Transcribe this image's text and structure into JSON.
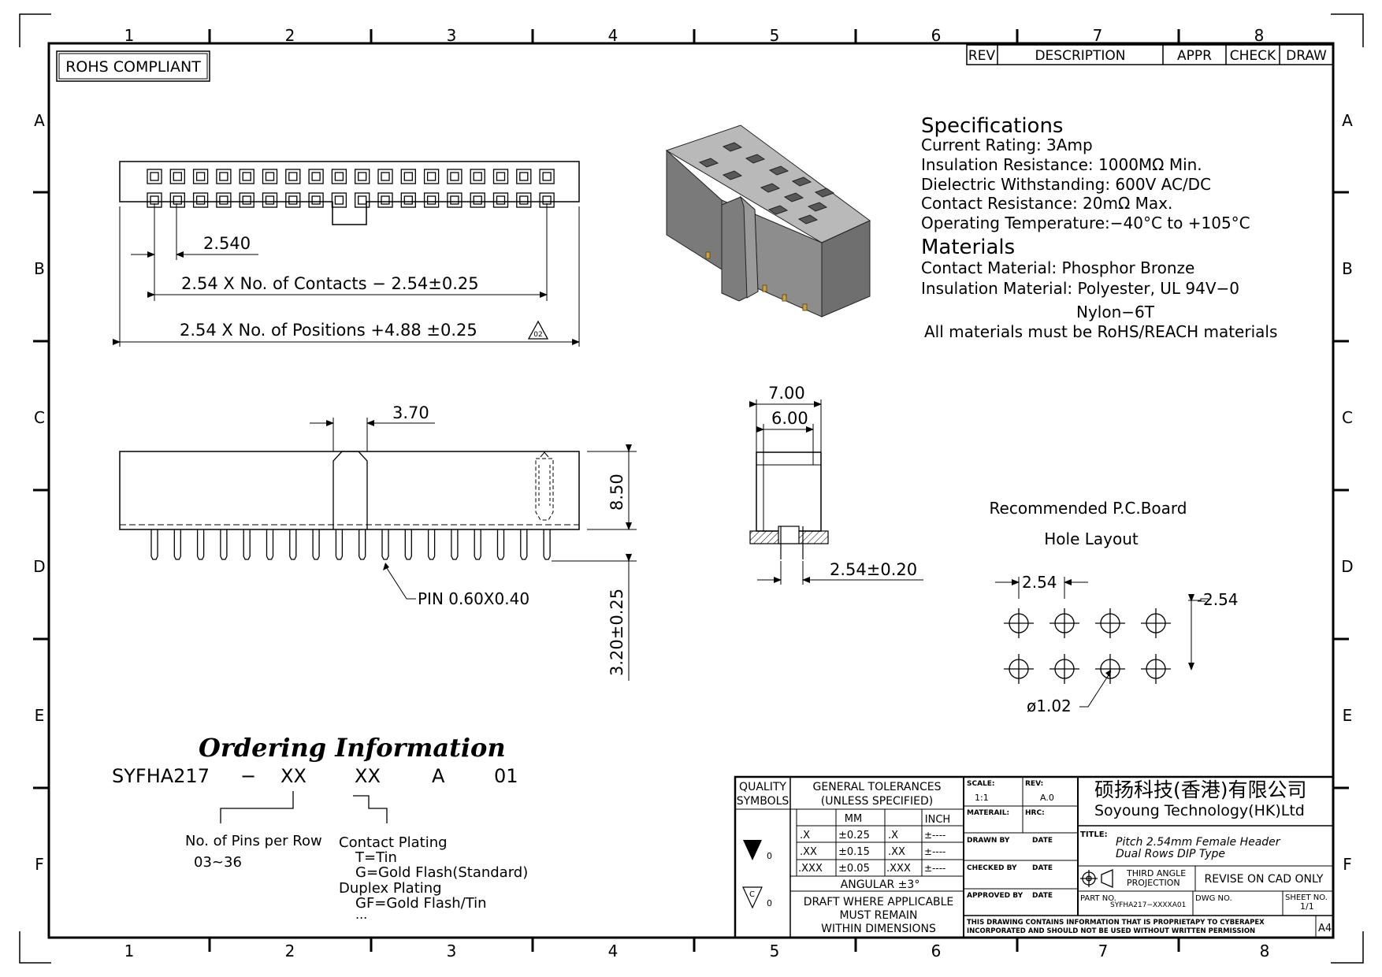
{
  "frame": {
    "col_numbers": [
      "1",
      "2",
      "3",
      "4",
      "5",
      "6",
      "7",
      "8"
    ],
    "row_letters": [
      "A",
      "B",
      "C",
      "D",
      "E",
      "F"
    ]
  },
  "rohs_label": "ROHS COMPLIANT",
  "revision_table": {
    "rev": "REV",
    "description": "DESCRIPTION",
    "appr": "APPR",
    "check": "CHECK",
    "draw": "DRAW"
  },
  "specifications": {
    "heading": "Specifications",
    "lines": [
      "Current Rating:   3Amp",
      "Insulation Resistance: 1000MΩ Min.",
      "Dielectric Withstanding:   600V AC/DC",
      "Contact Resistance:   20mΩ Max.",
      "Operating Temperature:−40°C to +105°C"
    ]
  },
  "materials": {
    "heading": "Materials",
    "lines": [
      "Contact Material: Phosphor Bronze",
      "Insulation Material: Polyester, UL 94V−0",
      "Nylon−6T",
      "All materials must be RoHS/REACH materials"
    ]
  },
  "top_view_dims": {
    "pitch": "2.540",
    "contacts_formula": "2.54 X No. of Contacts − 2.54±0.25",
    "positions_formula": "2.54 X No. of Positions +4.88 ±0.25",
    "revision_flag": "02"
  },
  "side_view_dims": {
    "key_width": "3.70",
    "height": "8.50",
    "pin_length": "3.20±0.25",
    "pin_note": "PIN 0.60X0.40"
  },
  "end_view_dims": {
    "outer_width": "7.00",
    "inner_width": "6.00",
    "row_pitch": "2.54±0.20"
  },
  "pcb_layout": {
    "title_line1": "Recommended P.C.Board",
    "title_line2": "Hole Layout",
    "pitch_x": "2.54",
    "pitch_y": "2.54",
    "hole_dia": "ø1.02"
  },
  "ordering": {
    "heading": "Ordering Information",
    "code_parts": [
      "SYFHA217",
      "−",
      "XX",
      "XX",
      "A",
      "01"
    ],
    "pins_label": "No. of Pins per Row",
    "pins_range": "03~36",
    "plating_title": "Contact Plating",
    "plating_options": [
      "T=Tin",
      "G=Gold Flash(Standard)"
    ],
    "duplex_title": "Duplex Plating",
    "duplex_options": [
      "GF=Gold Flash/Tin",
      "..."
    ]
  },
  "title_block": {
    "quality_symbols": "QUALITY\nSYMBOLS",
    "quality_line1": "QUALITY",
    "quality_line2": "SYMBOLS",
    "tol_title1": "GENERAL TOLERANCES",
    "tol_title2": "(UNLESS SPECIFIED)",
    "mm": "MM",
    "inch": "INCH",
    "tol_rows": [
      {
        "a": ".X",
        "b": "±0.25",
        "c": ".X",
        "d": "±----"
      },
      {
        "a": ".XX",
        "b": "±0.15",
        "c": ".XX",
        "d": "±----"
      },
      {
        "a": ".XXX",
        "b": "±0.05",
        "c": ".XXX",
        "d": "±----"
      }
    ],
    "angular": "ANGULAR ±3°",
    "draft1": "DRAFT WHERE APPLICABLE",
    "draft2": "MUST REMAIN",
    "draft3": "WITHIN DIMENSIONS",
    "sym1_sub": "0",
    "sym2_sub": "0",
    "sym2_letter": "C",
    "scale_label": "SCALE:",
    "scale_value": "1:1",
    "rev_label": "REV:",
    "rev_value": "A.0",
    "material_label": "MATERAIL:",
    "hrc_label": "HRC:",
    "drawn_by": "DRAWN BY",
    "checked_by": "CHECKED BY",
    "approved_by": "APPROVED BY",
    "date": "DATE",
    "company_cn": "硕扬科技(香港)有限公司",
    "company_en": "Soyoung Technology(HK)Ltd",
    "title_label": "TITLE:",
    "title_line1": "Pitch 2.54mm Female Header",
    "title_line2": "Dual Rows DIP Type",
    "projection1": "THIRD ANGLE",
    "projection2": "PROJECTION",
    "revise": "REVISE ON CAD ONLY",
    "part_no_label": "PART NO.",
    "part_no": "SYFHA217−XXXXA01",
    "dwg_no_label": "DWG NO.",
    "sheet_label": "SHEET NO.",
    "sheet_value": "1/1",
    "notice1": "THIS DRAWING CONTAINS INFORMATION THAT IS PROPRIETAPY TO CYBERAPEX",
    "notice2": "INCORPORATED AND SHOULD NOT BE USED WITHOUT WRITTEN PERMISSION",
    "paper_size": "A4"
  }
}
